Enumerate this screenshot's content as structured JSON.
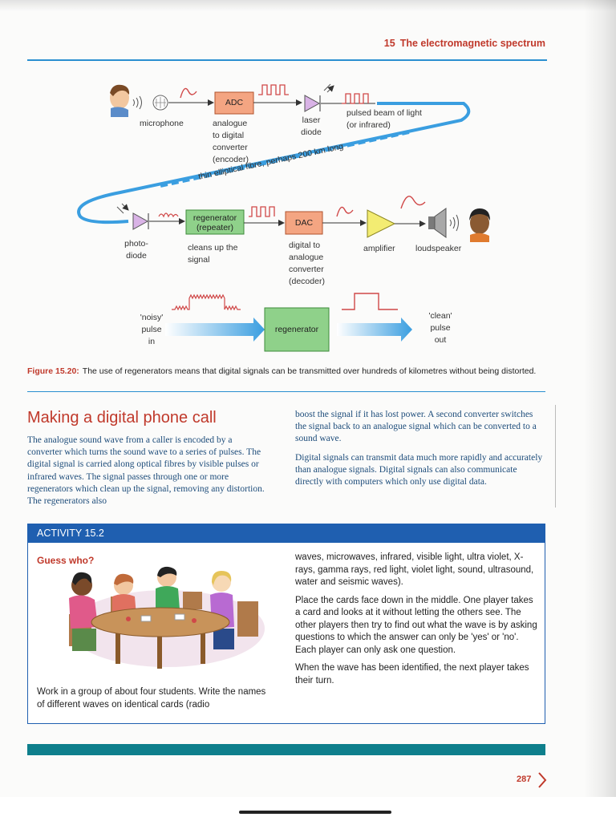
{
  "header": {
    "chapter_number": "15",
    "chapter_title": "The electromagnetic spectrum"
  },
  "figure": {
    "labels": {
      "microphone": "microphone",
      "adc_box": "ADC",
      "adc_desc": [
        "analogue",
        "to digital",
        "converter",
        "(encoder)"
      ],
      "laser_diode": [
        "laser",
        "diode"
      ],
      "pulsed_beam": [
        "pulsed beam of light",
        "(or infrared)"
      ],
      "fibre": "thin elliptical fibre, perhaps 200 km long",
      "photodiode": [
        "photo-",
        "diode"
      ],
      "regenerator_box": [
        "regenerator",
        "(repeater)"
      ],
      "regenerator_desc": [
        "cleans up the",
        "signal"
      ],
      "dac_box": "DAC",
      "dac_desc": [
        "digital to",
        "analogue",
        "converter",
        "(decoder)"
      ],
      "amplifier": "amplifier",
      "loudspeaker": "loudspeaker",
      "noisy_pulse": [
        "'noisy'",
        "pulse",
        "in"
      ],
      "regenerator_center": "regenerator",
      "clean_pulse": [
        "'clean'",
        "pulse",
        "out"
      ]
    },
    "caption_label": "Figure 15.20:",
    "caption_text": "The use of regenerators means that digital signals can be transmitted over hundreds of kilometres without being distorted."
  },
  "section": {
    "title": "Making a digital phone call",
    "paragraph_1": "The analogue sound wave from a caller is encoded by a converter which turns the sound wave to a series of pulses. The digital signal is carried along optical fibres by visible pulses or infrared waves. The signal passes through one or more regenerators which clean up the signal, removing any distortion. The regenerators also",
    "paragraph_1_cont": "boost the signal if it has lost power. A second converter switches the signal back to an analogue signal which can be converted to a sound wave.",
    "paragraph_2": "Digital signals can transmit data much more rapidly and accurately than analogue signals. Digital signals can also communicate directly with computers which only use digital data."
  },
  "activity": {
    "title": "ACTIVITY 15.2",
    "subtitle": "Guess who?",
    "left_text": "Work in a group of about four students. Write the names of different waves on identical cards (radio",
    "right_p1": "waves, microwaves, infrared, visible light, ultra violet, X-rays, gamma rays, red light, violet light, sound, ultrasound, water and seismic waves).",
    "right_p2": "Place the cards face down in the middle. One player takes a card and looks at it without letting the others see. The other players then try to find out what the wave is by asking questions to which the answer can only be 'yes' or 'no'. Each player can only ask one question.",
    "right_p3": "When the wave has been identified, the next player takes their turn."
  },
  "footer": {
    "page_number": "287"
  },
  "colors": {
    "accent_red": "#c0392b",
    "header_blue": "#2a8fd0",
    "activity_blue": "#1f5fb0",
    "body_text_blue": "#1d4c7a",
    "footer_teal": "#0e7f8c",
    "adc_fill": "#f4a582",
    "regenerator_fill": "#8fd18a",
    "amplifier_fill": "#f3ec72",
    "laser_fill": "#d9b3e6"
  }
}
